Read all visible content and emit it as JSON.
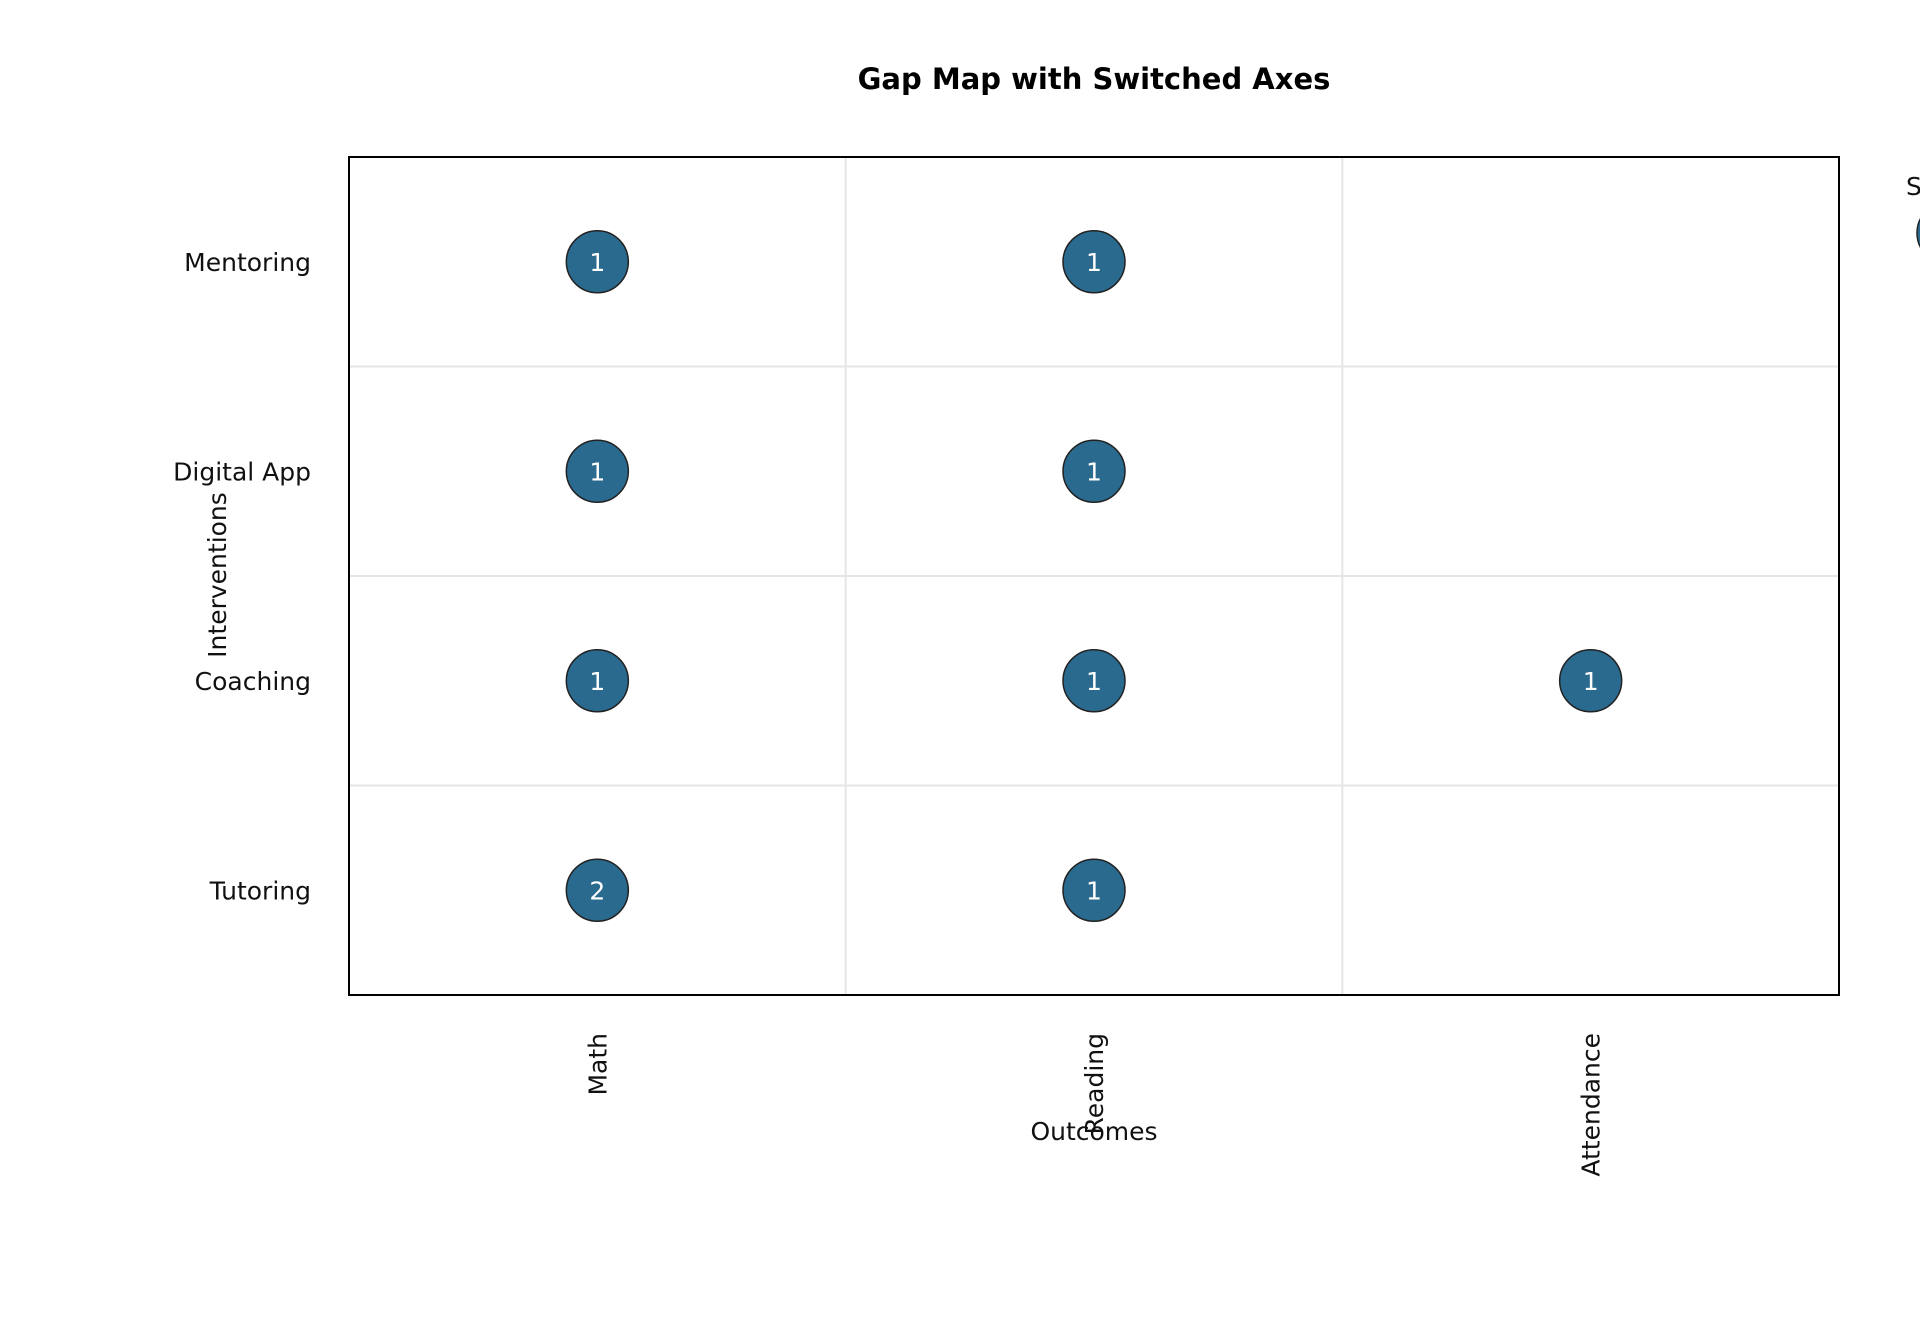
{
  "chart_data": {
    "type": "scatter",
    "title": "Gap Map with Switched Axes",
    "xlabel": "Outcomes",
    "ylabel": "Interventions",
    "x_categories": [
      "Math",
      "Reading",
      "Attendance"
    ],
    "y_categories": [
      "Tutoring",
      "Coaching",
      "Digital App",
      "Mentoring"
    ],
    "grid": true,
    "legend_title_partial": "S",
    "legend_placement": "top-right (clipped)",
    "marker_color": "#2b6a8f",
    "points": [
      {
        "x": "Math",
        "y": "Mentoring",
        "count": 1
      },
      {
        "x": "Reading",
        "y": "Mentoring",
        "count": 1
      },
      {
        "x": "Math",
        "y": "Digital App",
        "count": 1
      },
      {
        "x": "Reading",
        "y": "Digital App",
        "count": 1
      },
      {
        "x": "Math",
        "y": "Coaching",
        "count": 1
      },
      {
        "x": "Reading",
        "y": "Coaching",
        "count": 1
      },
      {
        "x": "Attendance",
        "y": "Coaching",
        "count": 1
      },
      {
        "x": "Math",
        "y": "Tutoring",
        "count": 2
      },
      {
        "x": "Reading",
        "y": "Tutoring",
        "count": 1
      }
    ]
  }
}
